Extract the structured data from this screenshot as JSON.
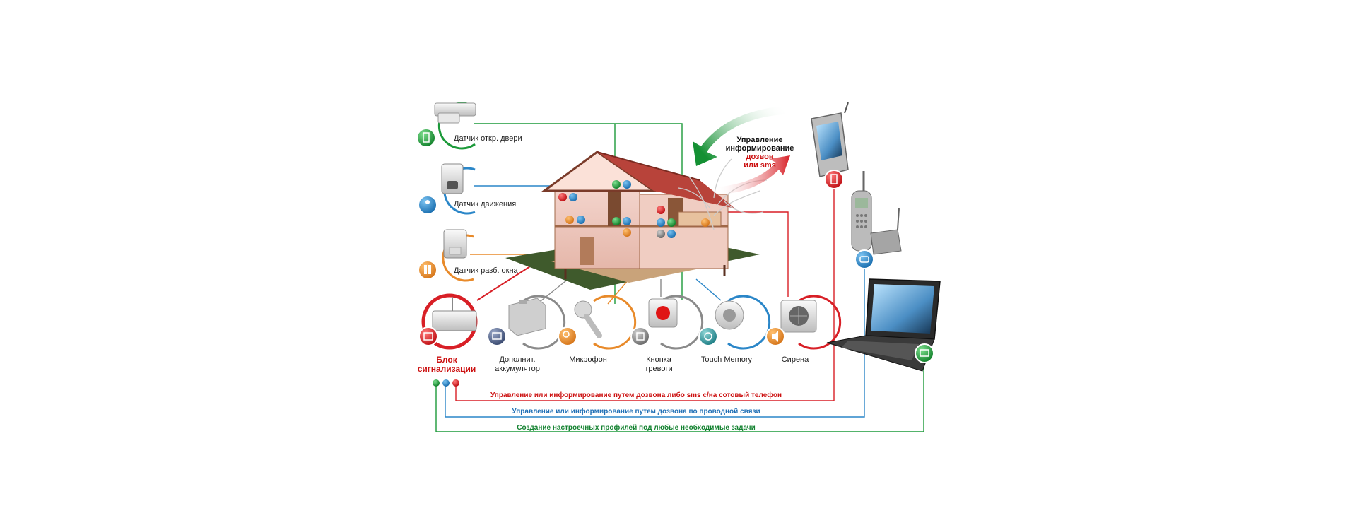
{
  "sensors": {
    "door": "Датчик откр. двери",
    "motion": "Датчик движения",
    "window": "Датчик разб. окна"
  },
  "devices": {
    "alarm_block_1": "Блок",
    "alarm_block_2": "сигнализации",
    "battery_1": "Дополнит.",
    "battery_2": "аккумулятор",
    "microphone": "Микрофон",
    "panic_1": "Кнопка",
    "panic_2": "тревоги",
    "touch_memory": "Touch Memory",
    "siren": "Сирена"
  },
  "control": {
    "line1": "Управление",
    "line2": "информирование",
    "line3": "дозвон",
    "line4": "или sms"
  },
  "bottom_lines": {
    "red": "Управление или информирование путем дозвона либо sms с/на сотовый телефон",
    "blue": "Управление или информирование путем дозвона по проводной связи",
    "green": "Создание настроечных профилей под любые необходимые задачи"
  },
  "colors": {
    "red": "#d81f26",
    "blue": "#2a86c8",
    "green": "#1c9a3a",
    "orange": "#e88a2a",
    "gray": "#8a8a8a"
  }
}
